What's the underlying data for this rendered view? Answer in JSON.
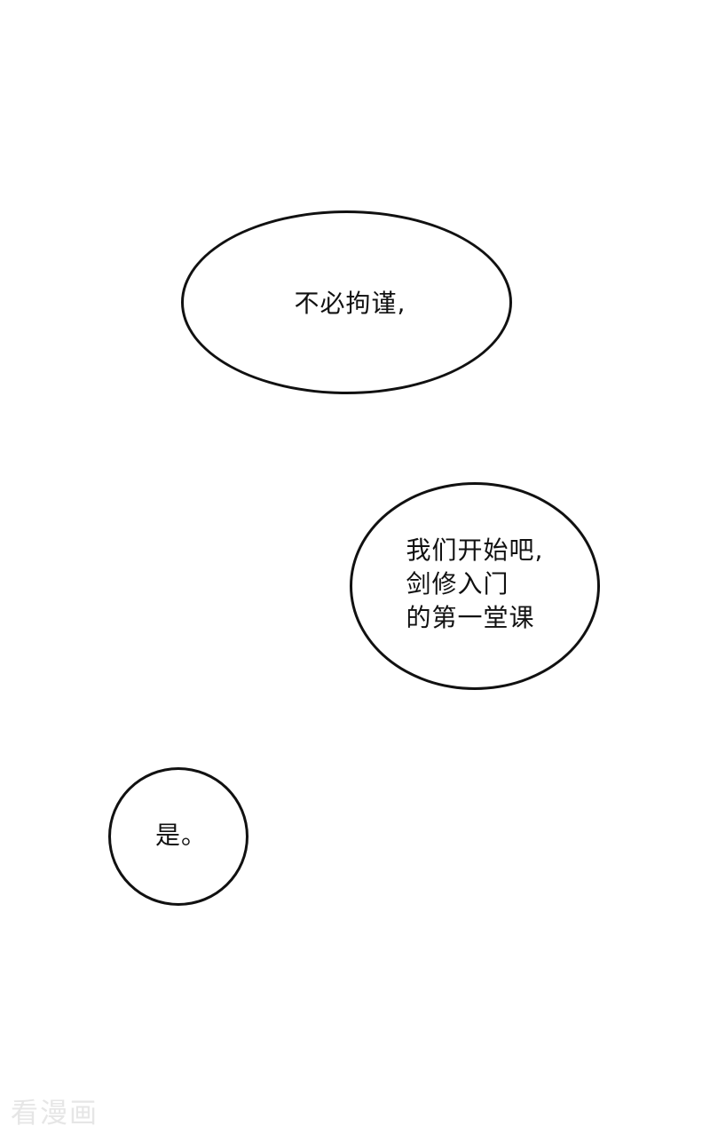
{
  "comic_panel": {
    "bubbles": [
      {
        "shape": "ellipse",
        "lines": [
          "不必拘谨,"
        ]
      },
      {
        "shape": "ellipse",
        "lines": [
          "我们开始吧,",
          "剑修入门",
          "的第一堂课"
        ]
      },
      {
        "shape": "circle",
        "lines": [
          "是。"
        ]
      }
    ],
    "watermark": "看漫画"
  },
  "colors": {
    "background": "#ffffff",
    "bubble_outline": "#111111",
    "text": "#111111",
    "watermark": "#e6e6e6"
  }
}
